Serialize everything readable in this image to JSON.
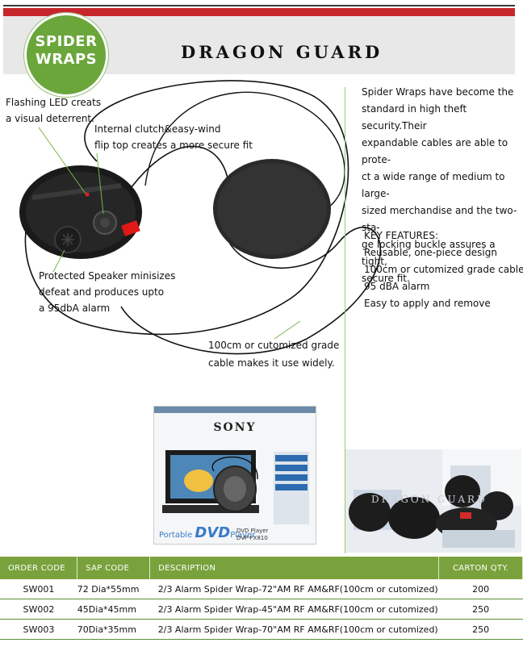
{
  "header": {
    "logo_line1": "SPIDER",
    "logo_line2": "WRAPS",
    "brand": "DRAGON GUARD"
  },
  "annotations": {
    "led": [
      "Flashing LED creats",
      "a visual deterrent."
    ],
    "clutch": [
      "Internal clutch&easy-wind",
      "flip top creates a more secure fit"
    ],
    "speaker": [
      "Protected Speaker minisizes",
      "defeat and produces upto",
      "a 95dbA alarm"
    ],
    "cable": [
      "100cm or cutomized grade",
      "cable makes it use widely."
    ]
  },
  "description": {
    "lines": [
      "Spider Wraps have become the",
      "standard in high theft security.Their",
      "expandable cables are able to prote-",
      "ct a wide range of medium to large-",
      "sized merchandise and the two-sta-",
      "ge locking buckle assures a tight,",
      "secure fit."
    ]
  },
  "key_features": {
    "title": "KEY FEATURES:",
    "items": [
      "Reusable, one-piece design",
      "100cm or cutomized grade cable",
      "95 dBA alarm",
      "Easy to apply and remove"
    ]
  },
  "product_photo": {
    "brand": "SONY",
    "label_small": "Portable",
    "label_big": "DVD",
    "label_tail": "Player",
    "model_line1": "DVD Player",
    "model_line2": "DVP-FX810"
  },
  "shop_photo": {
    "watermark": "DRAGON GUARD"
  },
  "table": {
    "headers": [
      "ORDER CODE",
      "SAP CODE",
      "DESCRIPTION",
      "CARTON QTY."
    ],
    "rows": [
      [
        "SW001",
        "72 Dia*55mm",
        "2/3 Alarm Spider Wrap-72\"AM RF AM&RF(100cm or cutomized)",
        "200"
      ],
      [
        "SW002",
        "45Dia*45mm",
        "2/3 Alarm Spider Wrap-45\"AM RF AM&RF(100cm or cutomized)",
        "250"
      ],
      [
        "SW003",
        "70Dia*35mm",
        "2/3 Alarm Spider Wrap-70\"AM RF AM&RF(100cm or cutomized)",
        "250"
      ]
    ]
  },
  "colors": {
    "header_red": "#c6262c",
    "logo_green": "#6aa63a",
    "table_header_green": "#79a23c",
    "divider_green": "#9acb6a"
  }
}
